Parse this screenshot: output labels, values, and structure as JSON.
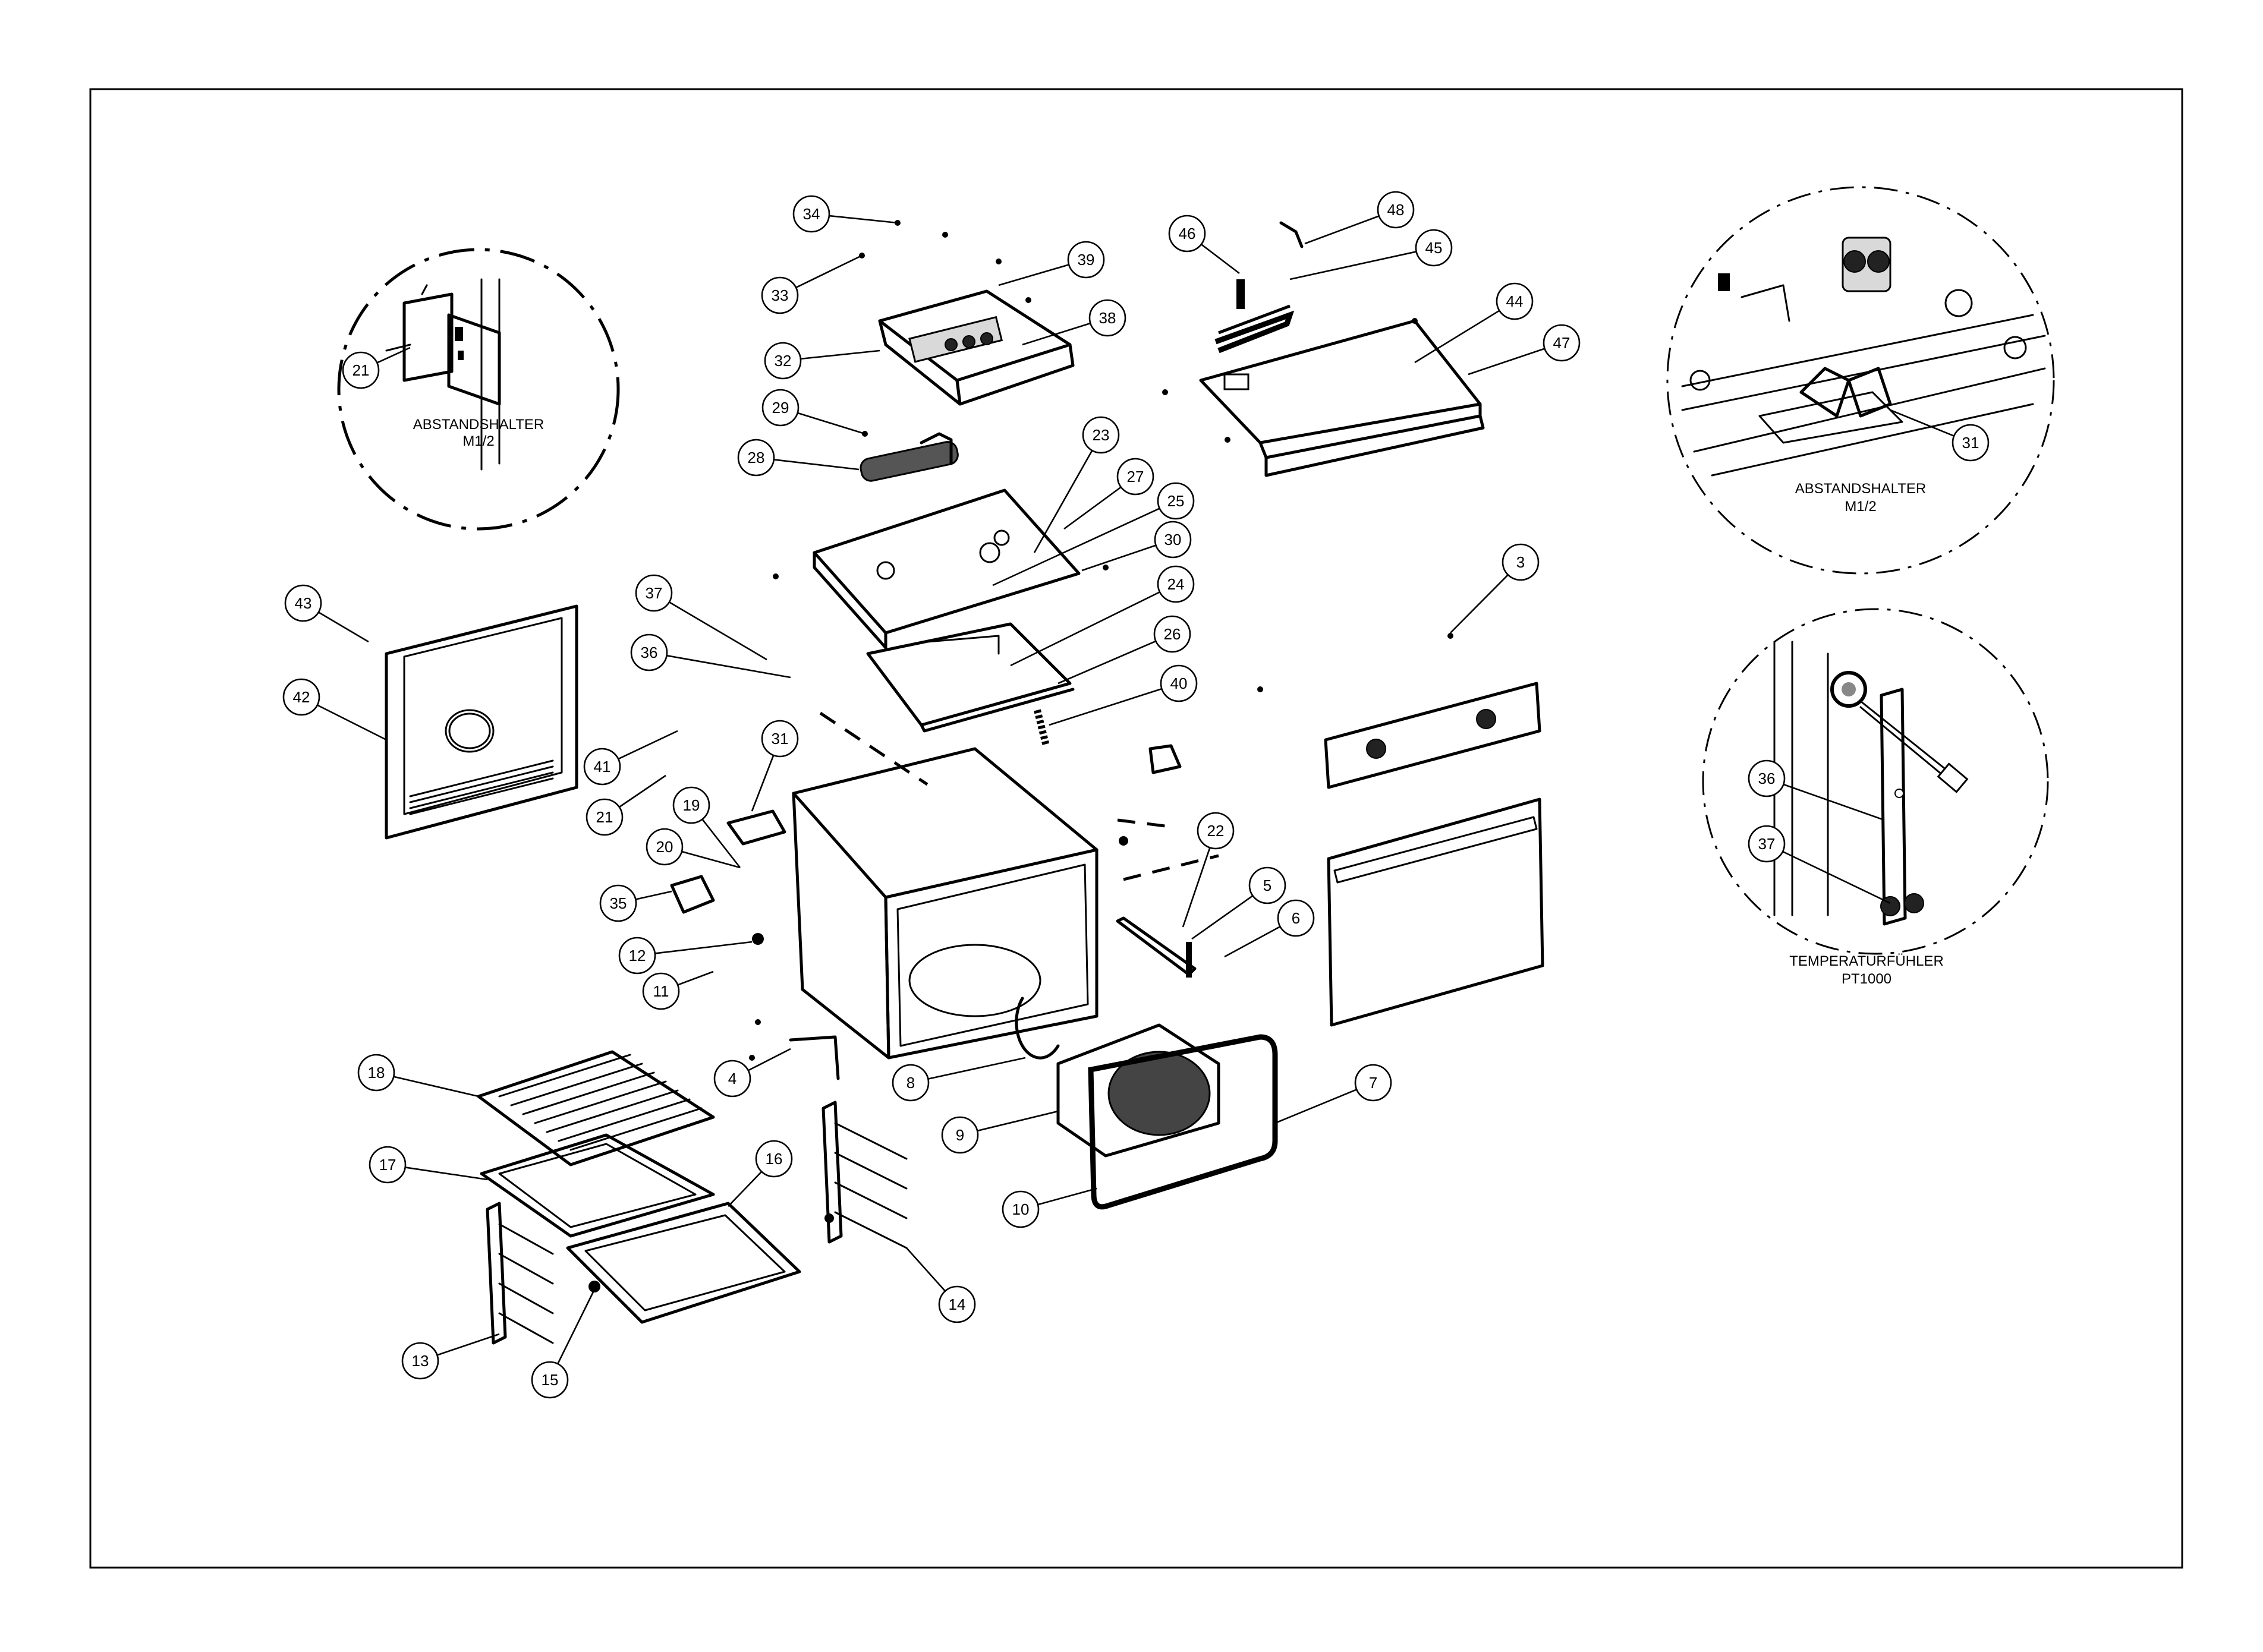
{
  "insets": {
    "left": {
      "caption_line1": "ABSTANDSHALTER",
      "caption_line2": "M1/2"
    },
    "right": {
      "caption_line1": "ABSTANDSHALTER",
      "caption_line2": "M1/2"
    },
    "probe": {
      "caption_line1": "TEMPERATURFÜHLER",
      "caption_line2": "PT1000"
    }
  },
  "callouts": [
    {
      "label": "3"
    },
    {
      "label": "4"
    },
    {
      "label": "5"
    },
    {
      "label": "6"
    },
    {
      "label": "7"
    },
    {
      "label": "8"
    },
    {
      "label": "9"
    },
    {
      "label": "10"
    },
    {
      "label": "11"
    },
    {
      "label": "12"
    },
    {
      "label": "13"
    },
    {
      "label": "14"
    },
    {
      "label": "15"
    },
    {
      "label": "16"
    },
    {
      "label": "17"
    },
    {
      "label": "18"
    },
    {
      "label": "19"
    },
    {
      "label": "20"
    },
    {
      "label": "21"
    },
    {
      "label": "21"
    },
    {
      "label": "22"
    },
    {
      "label": "23"
    },
    {
      "label": "24"
    },
    {
      "label": "25"
    },
    {
      "label": "26"
    },
    {
      "label": "27"
    },
    {
      "label": "28"
    },
    {
      "label": "29"
    },
    {
      "label": "30"
    },
    {
      "label": "31"
    },
    {
      "label": "31"
    },
    {
      "label": "32"
    },
    {
      "label": "33"
    },
    {
      "label": "34"
    },
    {
      "label": "35"
    },
    {
      "label": "36"
    },
    {
      "label": "36"
    },
    {
      "label": "37"
    },
    {
      "label": "37"
    },
    {
      "label": "38"
    },
    {
      "label": "39"
    },
    {
      "label": "40"
    },
    {
      "label": "41"
    },
    {
      "label": "42"
    },
    {
      "label": "43"
    },
    {
      "label": "44"
    },
    {
      "label": "45"
    },
    {
      "label": "46"
    },
    {
      "label": "47"
    },
    {
      "label": "48"
    }
  ]
}
